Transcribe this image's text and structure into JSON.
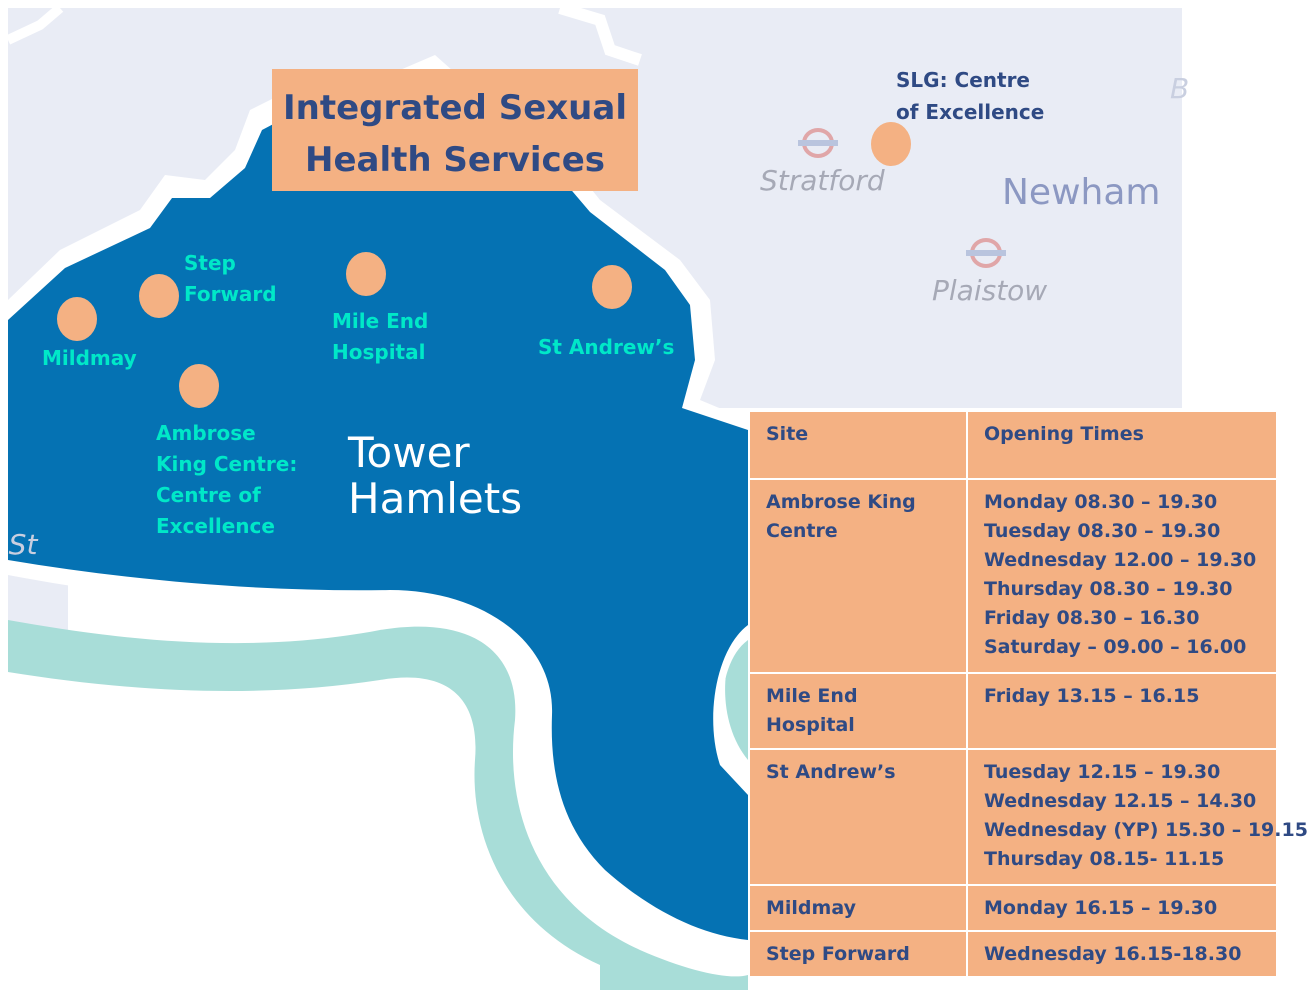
{
  "title": {
    "line1": "Integrated Sexual",
    "line2": "Health Services"
  },
  "boroughs": {
    "tower_hamlets": [
      "Tower",
      "Hamlets"
    ],
    "newham": "Newham"
  },
  "stations": {
    "stratford": "Stratford",
    "plaistow": "Plaistow"
  },
  "partial_labels": {
    "left_edge": "l St",
    "right_edge": "B"
  },
  "sites": {
    "mildmay": "Mildmay",
    "step_forward": [
      "Step",
      "Forward"
    ],
    "mile_end": [
      "Mile End",
      "Hospital"
    ],
    "st_andrews": "St Andrew’s",
    "ambrose_king": [
      "Ambrose",
      "King Centre:",
      "Centre of",
      "Excellence"
    ],
    "slg": [
      "SLG: Centre",
      "of Excellence"
    ]
  },
  "colors": {
    "borough_fill": "#0572b3",
    "river": "#a8ddd8",
    "background_map": "#e9ecf5",
    "marker": "#f4b183",
    "site_label": "#00e8c8",
    "table_text": "#2f4a84"
  },
  "table": {
    "headers": [
      "Site",
      "Opening Times"
    ],
    "rows": [
      {
        "site": [
          "Ambrose King",
          "Centre"
        ],
        "times": [
          "Monday 08.30 – 19.30",
          "Tuesday 08.30 – 19.30",
          "Wednesday 12.00 – 19.30",
          "Thursday 08.30 – 19.30",
          "Friday 08.30 – 16.30",
          "Saturday – 09.00 – 16.00"
        ]
      },
      {
        "site": [
          "Mile End",
          "Hospital"
        ],
        "times": [
          "Friday 13.15 – 16.15"
        ]
      },
      {
        "site": [
          "St Andrew’s"
        ],
        "times": [
          "Tuesday 12.15 – 19.30",
          "Wednesday 12.15 – 14.30",
          "Wednesday (YP) 15.30 – 19.15",
          "Thursday 08.15- 11.15"
        ]
      },
      {
        "site": [
          "Mildmay"
        ],
        "times": [
          "Monday 16.15 – 19.30"
        ]
      },
      {
        "site": [
          "Step Forward"
        ],
        "times": [
          "Wednesday  16.15-18.30"
        ]
      }
    ]
  }
}
